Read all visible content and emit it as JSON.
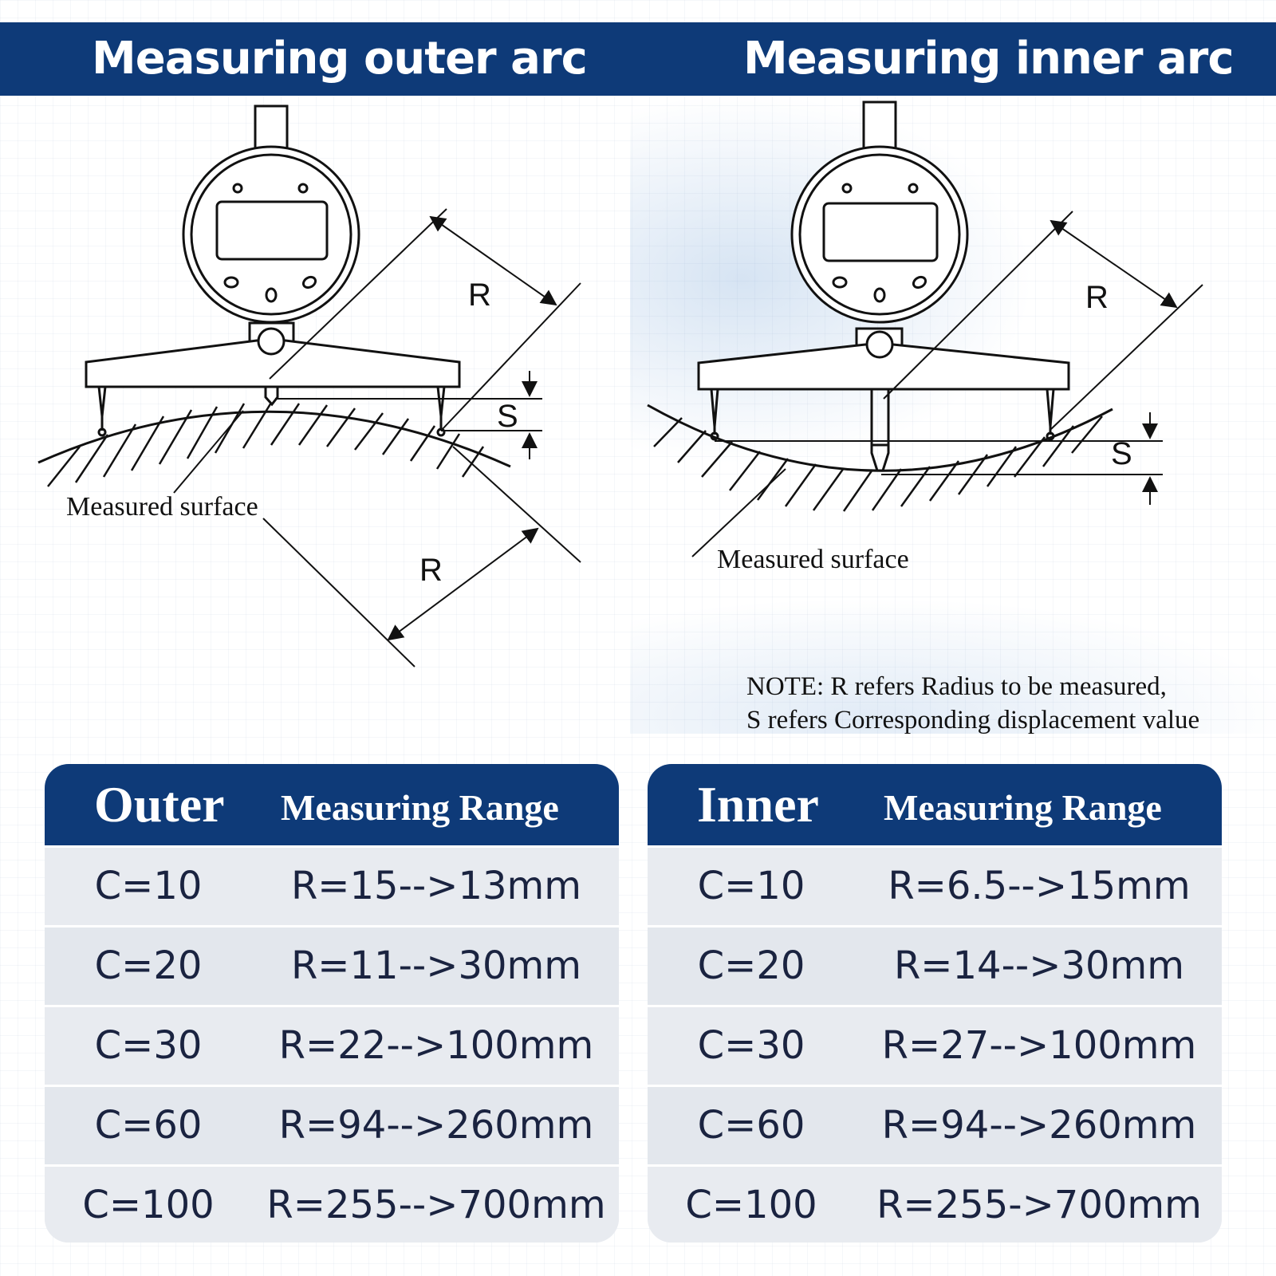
{
  "header": {
    "outer_title": "Measuring outer arc",
    "inner_title": "Measuring inner arc"
  },
  "diagrams": {
    "outer": {
      "r_label_1": "R",
      "r_label_2": "R",
      "s_label": "S",
      "surface_label": "Measured surface"
    },
    "inner": {
      "r_label": "R",
      "s_label": "S",
      "surface_label": "Measured surface"
    }
  },
  "note": {
    "line1": "NOTE: R refers Radius to be measured,",
    "line2": "S refers Corresponding displacement value"
  },
  "tables": {
    "outer": {
      "heading": "Outer",
      "range_heading": "Measuring Range",
      "rows": [
        {
          "c": "C=10",
          "r": "R=15-->13mm"
        },
        {
          "c": "C=20",
          "r": "R=11-->30mm"
        },
        {
          "c": "C=30",
          "r": "R=22-->100mm"
        },
        {
          "c": "C=60",
          "r": "R=94-->260mm"
        },
        {
          "c": "C=100",
          "r": "R=255-->700mm"
        }
      ]
    },
    "inner": {
      "heading": "Inner",
      "range_heading": "Measuring Range",
      "rows": [
        {
          "c": "C=10",
          "r": "R=6.5-->15mm"
        },
        {
          "c": "C=20",
          "r": "R=14-->30mm"
        },
        {
          "c": "C=30",
          "r": "R=27-->100mm"
        },
        {
          "c": "C=60",
          "r": "R=94-->260mm"
        },
        {
          "c": "C=100",
          "r": "R=255->700mm"
        }
      ]
    }
  },
  "colors": {
    "header_blue": "#0e3a78",
    "row_gray": "#e8ebf0",
    "text_dark": "#1a2340"
  }
}
